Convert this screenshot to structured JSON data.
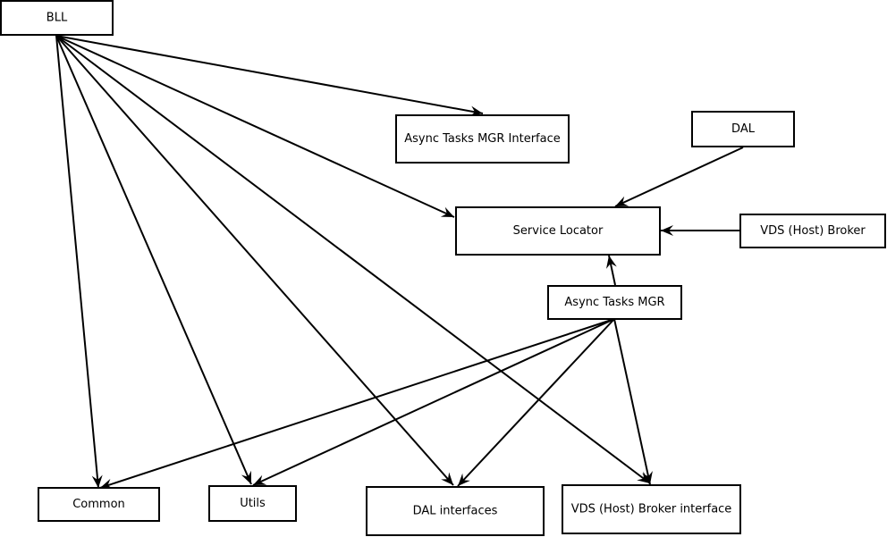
{
  "nodes": [
    {
      "id": "bll",
      "label": "BLL"
    },
    {
      "id": "async-tasks-mgr-interface",
      "label": "Async Tasks MGR Interface"
    },
    {
      "id": "dal",
      "label": "DAL"
    },
    {
      "id": "service-locator",
      "label": "Service Locator"
    },
    {
      "id": "vds-host-broker",
      "label": "VDS (Host) Broker"
    },
    {
      "id": "async-tasks-mgr",
      "label": "Async Tasks MGR"
    },
    {
      "id": "common",
      "label": "Common"
    },
    {
      "id": "utils",
      "label": "Utils"
    },
    {
      "id": "dal-interfaces",
      "label": "DAL interfaces"
    },
    {
      "id": "vds-host-broker-interface",
      "label": "VDS (Host) Broker interface"
    }
  ],
  "edges": [
    {
      "from": "bll",
      "to": "async-tasks-mgr-interface"
    },
    {
      "from": "bll",
      "to": "service-locator"
    },
    {
      "from": "bll",
      "to": "common"
    },
    {
      "from": "bll",
      "to": "utils"
    },
    {
      "from": "bll",
      "to": "dal-interfaces"
    },
    {
      "from": "bll",
      "to": "vds-host-broker-interface"
    },
    {
      "from": "dal",
      "to": "service-locator"
    },
    {
      "from": "vds-host-broker",
      "to": "service-locator"
    },
    {
      "from": "async-tasks-mgr",
      "to": "service-locator"
    },
    {
      "from": "async-tasks-mgr",
      "to": "common"
    },
    {
      "from": "async-tasks-mgr",
      "to": "utils"
    },
    {
      "from": "async-tasks-mgr",
      "to": "dal-interfaces"
    },
    {
      "from": "async-tasks-mgr",
      "to": "vds-host-broker-interface"
    }
  ]
}
